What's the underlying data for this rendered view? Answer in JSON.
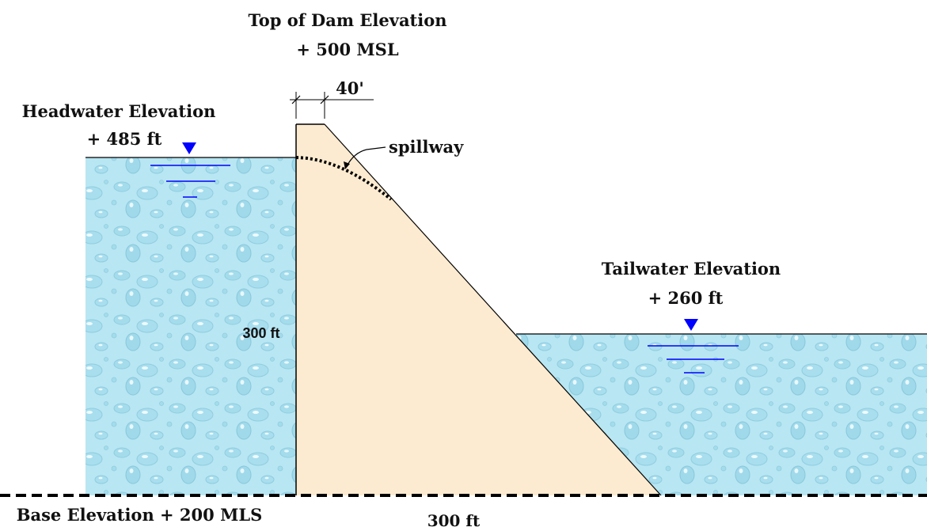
{
  "diagram": {
    "top_of_dam": {
      "title": "Top of Dam Elevation",
      "value": "+ 500 MSL"
    },
    "headwater": {
      "title": "Headwater Elevation",
      "value": "+ 485 ft"
    },
    "tailwater": {
      "title": "Tailwater Elevation",
      "value": "+ 260 ft"
    },
    "crest_width": "40'",
    "spillway_label": "spillway",
    "height_label": "300 ft",
    "base_width_label": "300 ft",
    "base": {
      "label": "Base Elevation + 200 MLS"
    },
    "colors": {
      "water": "#b8e6f2",
      "water_drop": "#8fd0e4",
      "dam_fill": "#fcebd0",
      "water_symbol": "#0000ff",
      "outline": "#000000"
    }
  }
}
